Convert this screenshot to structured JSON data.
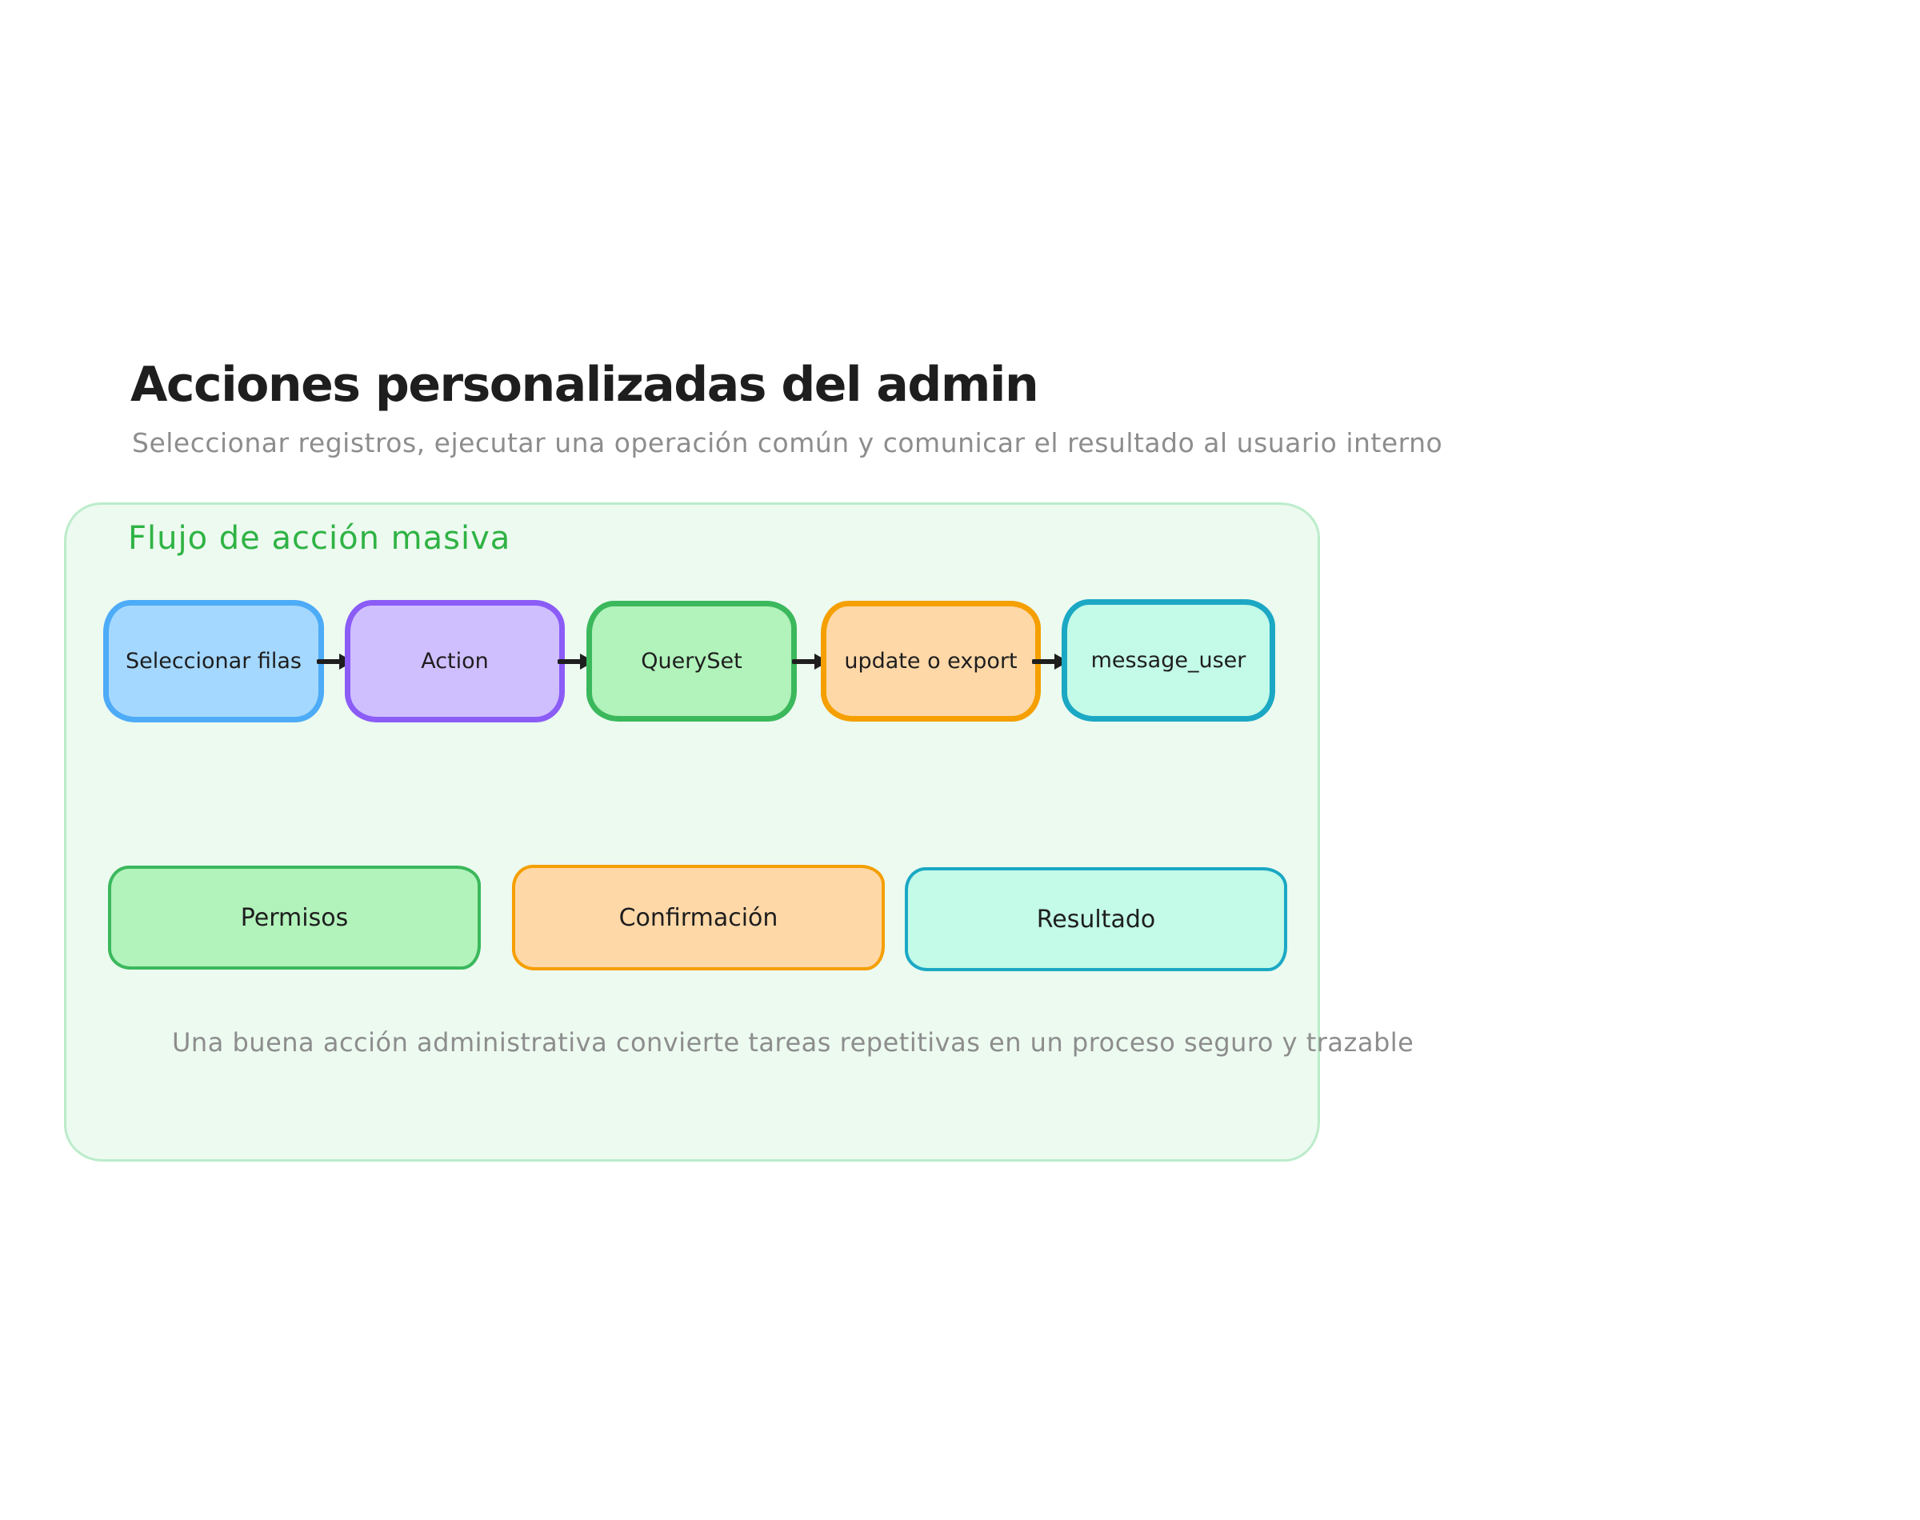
{
  "header": {
    "title": "Acciones personalizadas del admin",
    "subtitle": "Seleccionar registros, ejecutar una operación común y comunicar el resultado al usuario interno"
  },
  "frame": {
    "label": "Flujo de acción masiva",
    "caption": "Una buena acción administrativa convierte tareas repetitivas en un proceso seguro y trazable"
  },
  "flow": {
    "nodes": [
      {
        "label": "Seleccionar filas",
        "color_key": "blue"
      },
      {
        "label": "Action",
        "color_key": "violet"
      },
      {
        "label": "QuerySet",
        "color_key": "green"
      },
      {
        "label": "update o export",
        "color_key": "orange"
      },
      {
        "label": "message_user",
        "color_key": "cyan"
      }
    ]
  },
  "supports": [
    {
      "label": "Permisos",
      "color_key": "green"
    },
    {
      "label": "Confirmación",
      "color_key": "orange"
    },
    {
      "label": "Resultado",
      "color_key": "cyan"
    }
  ],
  "colors": {
    "blue": {
      "fill": "#a5d8ff",
      "stroke": "#4dabf7"
    },
    "violet": {
      "fill": "#d0bfff",
      "stroke": "#8b5cf6"
    },
    "green": {
      "fill": "#b2f2bb",
      "stroke": "#3bb85c"
    },
    "orange": {
      "fill": "#ffd8a8",
      "stroke": "#f59f00"
    },
    "cyan": {
      "fill": "#c3fae8",
      "stroke": "#1ba8c4"
    },
    "frame_fill": "#ecfaf0",
    "frame_stroke": "#bceccb",
    "frame_label_text": "#2fb344",
    "ink": "#1e1e1e",
    "muted_text": "#8d8d8d"
  }
}
